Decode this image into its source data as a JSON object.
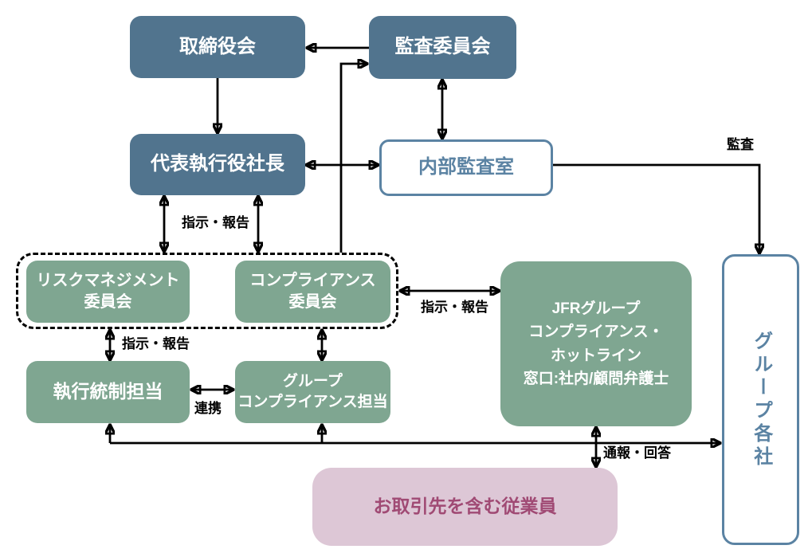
{
  "diagram": {
    "nodes": {
      "board": {
        "label": "取締役会"
      },
      "audit_committee": {
        "label": "監査委員会"
      },
      "president": {
        "label": "代表執行役社長"
      },
      "internal_audit": {
        "label": "内部監査室"
      },
      "risk_committee": {
        "label": "リスクマネジメント\n委員会"
      },
      "compliance_committee": {
        "label": "コンプライアンス\n委員会"
      },
      "execution_control": {
        "label": "執行統制担当"
      },
      "group_compliance": {
        "label": "グループ\nコンプライアンス担当"
      },
      "hotline": {
        "label": "JFRグループ\nコンプライアンス・\nホットライン\n窓口:社内/顧問弁護士"
      },
      "group_companies": {
        "label": "グループ各社"
      },
      "employees": {
        "label": "お取引先を含む従業員"
      }
    },
    "edge_labels": {
      "instruction_report_top": "指示・報告",
      "instruction_report_mid": "指示・報告",
      "instruction_report_right": "指示・報告",
      "cooperation": "連携",
      "audit": "監査",
      "report_response": "通報・回答"
    },
    "colors": {
      "blue_fill": "#51748e",
      "blue_line": "#5b83a3",
      "green_fill": "#7fa691",
      "pink_fill": "#ddc7d6",
      "pink_text": "#a04a74",
      "line": "#000000"
    }
  }
}
